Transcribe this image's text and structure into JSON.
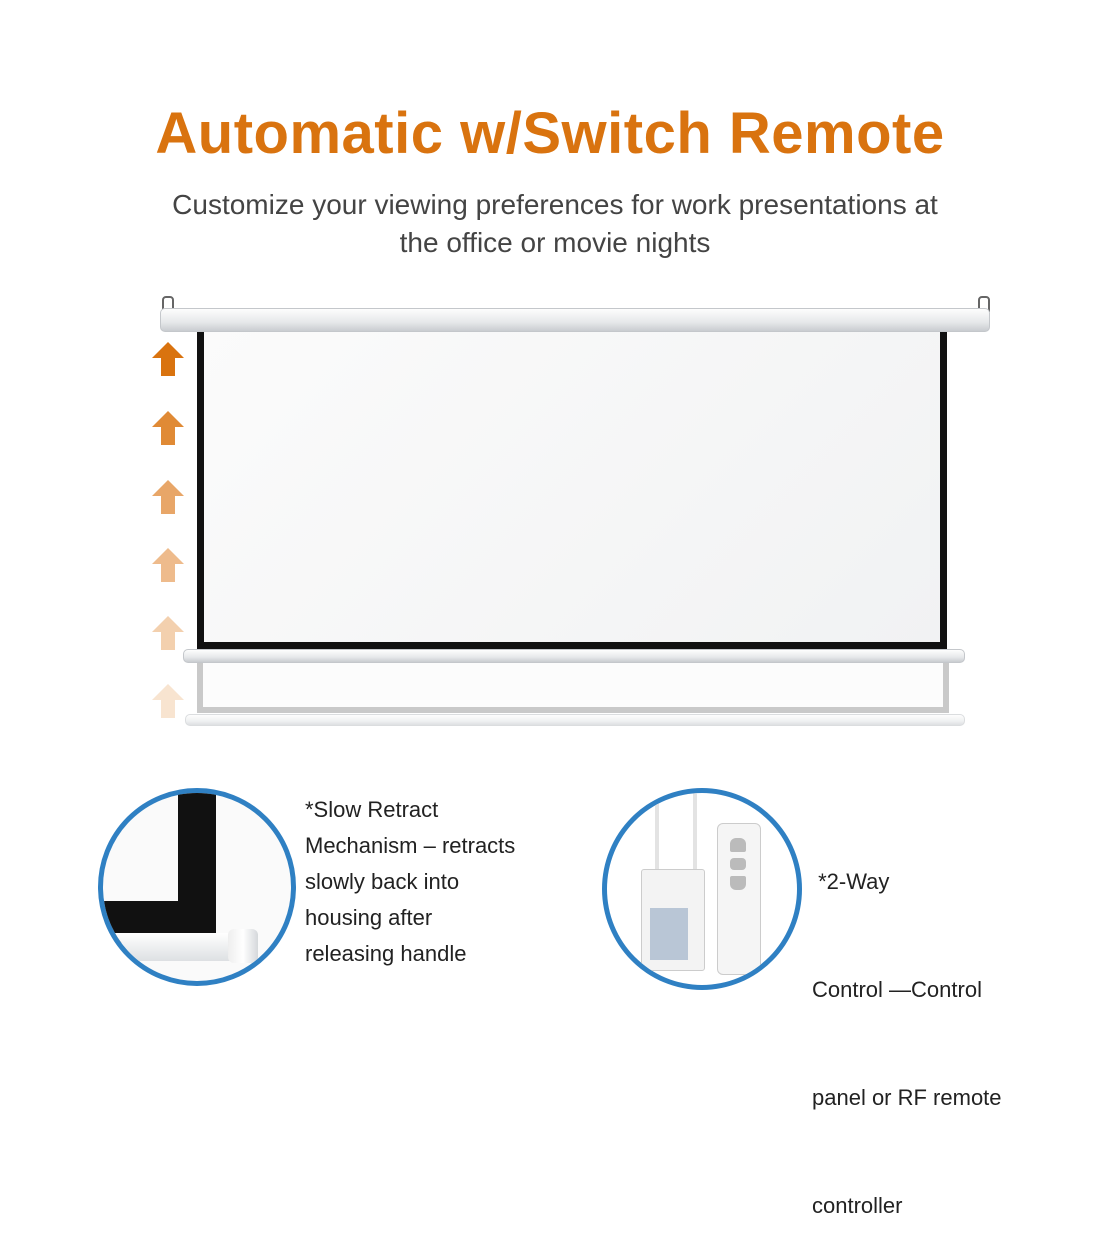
{
  "title": "Automatic w/Switch Remote",
  "subtitle": [
    "Customize your viewing preferences for work presentations at",
    "the office or movie nights"
  ],
  "colors": {
    "accent": "#d9730f",
    "circle_border": "#2f80c3"
  },
  "features": [
    {
      "icon": "screen-corner-image",
      "lines": [
        "*Slow Retract",
        "Mechanism – retracts",
        "slowly back into",
        "housing after",
        "releasing handle"
      ]
    },
    {
      "icon": "remote-control-image",
      "lines": [
        " *2-Way",
        "Control —Control",
        "panel or RF remote",
        "controller"
      ]
    }
  ]
}
